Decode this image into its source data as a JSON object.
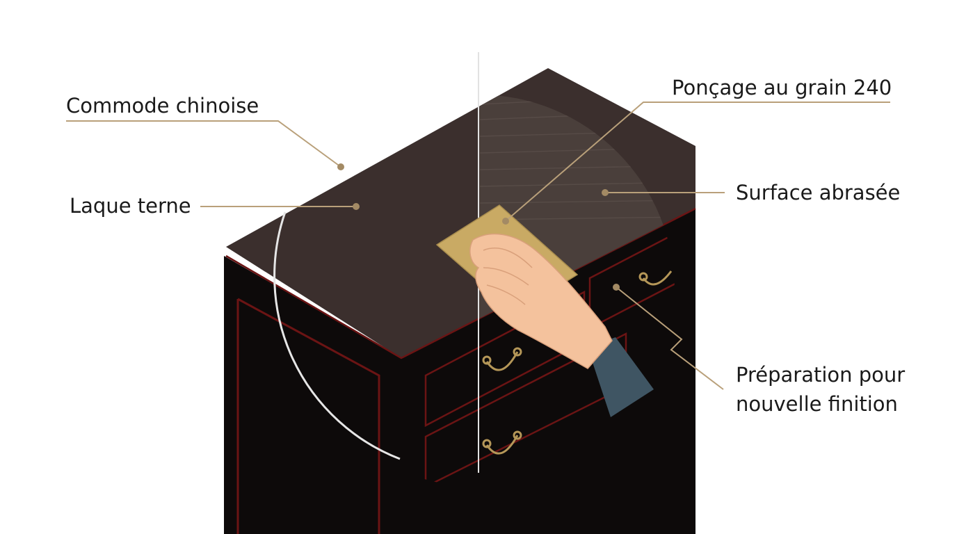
{
  "labels": {
    "commode": "Commode chinoise",
    "laque": "Laque terne",
    "poncage": "Ponçage au grain 240",
    "surface": "Surface abrasée",
    "preparation_line1": "Préparation pour",
    "preparation_line2": "nouvelle finition"
  },
  "colors": {
    "background": "#ffffff",
    "leader_line": "#b9a07a",
    "leader_dot": "#a38a64",
    "lacquer_top_dull": "#3b2f2d",
    "lacquer_top_abraded": "#4a3f3b",
    "lacquer_body": "#0d0a0a",
    "trim_red": "#6b1414",
    "handle_brass": "#b59758",
    "sandpaper": "#c9aa64",
    "skin": "#f4c29d",
    "sleeve": "#3f5563",
    "divider_line": "#e2e2e2",
    "magnifier_ring": "#e6e6e6"
  }
}
